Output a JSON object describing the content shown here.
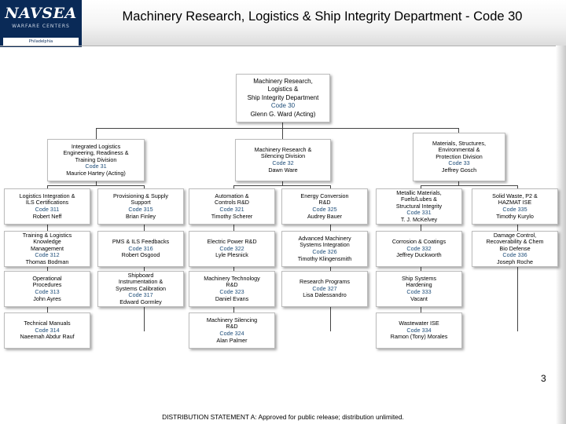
{
  "header": {
    "logo_text": "NAVSEA",
    "logo_subtext": "WARFARE CENTERS",
    "logo_location": "Philadelphia",
    "title": "Machinery Research, Logistics & Ship Integrity Department - Code 30"
  },
  "chart": {
    "top": {
      "lines": [
        "Machinery Research,",
        "Logistics &",
        "Ship Integrity Department"
      ],
      "code": "Code 30",
      "person": "Glenn G. Ward (Acting)"
    },
    "divisions": [
      {
        "lines": [
          "Integrated Logistics",
          "Engineering, Readiness &",
          "Training Division"
        ],
        "code": "Code 31",
        "person": "Maurice Hartey (Acting)"
      },
      {
        "lines": [
          "Machinery Research &",
          "Silencing Division"
        ],
        "code": "Code 32",
        "person": "Dawn Ware"
      },
      {
        "lines": [
          "Materials, Structures,",
          "Environmental &",
          "Protection Division"
        ],
        "code": "Code 33",
        "person": "Jeffrey Gosch"
      }
    ],
    "branches": [
      {
        "lines": [
          "Logistics Integration &",
          "ILS Certifications"
        ],
        "code": "Code 311",
        "person": "Robert Neff"
      },
      {
        "lines": [
          "Training & Logistics",
          "Knowledge",
          "Management"
        ],
        "code": "Code 312",
        "person": "Thomas Bodman"
      },
      {
        "lines": [
          "Operational",
          "Procedures"
        ],
        "code": "Code 313",
        "person": "John Ayres"
      },
      {
        "lines": [
          "Technical Manuals"
        ],
        "code": "Code 314",
        "person": "Naeemah Abdur Rauf"
      },
      {
        "lines": [
          "Provisioning & Supply",
          "Support"
        ],
        "code": "Code 315",
        "person": "Brian Finley"
      },
      {
        "lines": [
          "PMS & ILS Feedbacks"
        ],
        "code": "Code 316",
        "person": "Robert Osgood"
      },
      {
        "lines": [
          "Shipboard",
          "Instrumentation &",
          "Systems Calibration"
        ],
        "code": "Code 317",
        "person": "Edward Gormley"
      },
      {
        "lines": [
          "Automation &",
          "Controls R&D"
        ],
        "code": "Code 321",
        "person": "Timothy Scherer"
      },
      {
        "lines": [
          "Electric Power R&D"
        ],
        "code": "Code 322",
        "person": "Lyle Plesnick"
      },
      {
        "lines": [
          "Machinery Technology",
          "R&D"
        ],
        "code": "Code 323",
        "person": "Daniel Evans"
      },
      {
        "lines": [
          "Machinery Silencing",
          "R&D"
        ],
        "code": "Code 324",
        "person": "Alan Palmer"
      },
      {
        "lines": [
          "Energy Conversion",
          "R&D"
        ],
        "code": "Code 325",
        "person": "Audrey Bauer"
      },
      {
        "lines": [
          "Advanced Machinery",
          "Systems Integration"
        ],
        "code": "Code 326",
        "person": "Timothy Klingensmith"
      },
      {
        "lines": [
          "Research Programs"
        ],
        "code": "Code 327",
        "person": "Lisa Dalessandro"
      },
      {
        "lines": [
          "Metallic Materials,",
          "Fuels/Lubes &",
          "Structural Integrity"
        ],
        "code": "Code 331",
        "person": "T. J. McKelvey"
      },
      {
        "lines": [
          "Corrosion & Coatings"
        ],
        "code": "Code 332",
        "person": "Jeffrey Duckworth"
      },
      {
        "lines": [
          "Ship Systems",
          "Hardening"
        ],
        "code": "Code 333",
        "person": "Vacant"
      },
      {
        "lines": [
          "Wastewater ISE"
        ],
        "code": "Code 334",
        "person": "Ramon (Tony) Morales"
      },
      {
        "lines": [
          "Solid Waste, P2 &",
          "HAZMAT ISE"
        ],
        "code": "Code 335",
        "person": "Timothy Kurylo"
      },
      {
        "lines": [
          "Damage Control,",
          "Recoverability & Chem",
          "Bio Defense"
        ],
        "code": "Code 336",
        "person": "Joseph Roche"
      }
    ]
  },
  "page_number": "3",
  "footer": "DISTRIBUTION STATEMENT A: Approved for public release; distribution unlimited."
}
